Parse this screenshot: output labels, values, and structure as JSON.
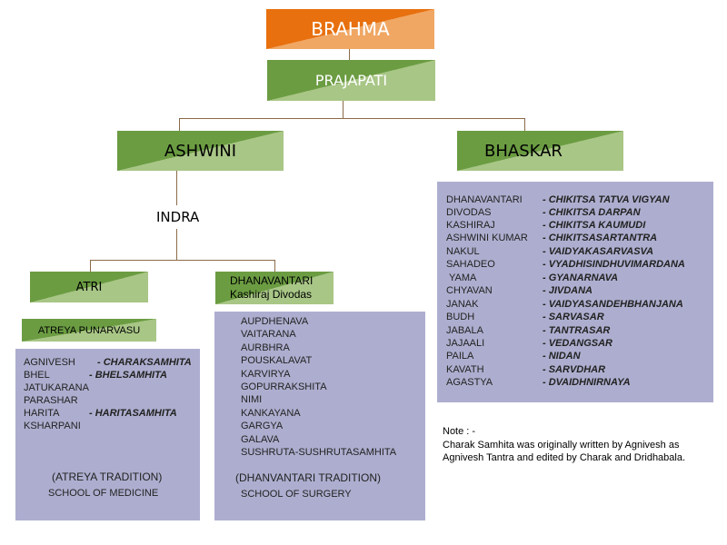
{
  "nodes": {
    "brahma": "BRAHMA",
    "prajapati": "PRAJAPATI",
    "ashwini": "ASHWINI",
    "bhaskar": "BHASKAR",
    "indra": "INDRA",
    "atri": "ATRI",
    "dhanavantari_line1": "DHANAVANTARI",
    "dhanavantari_line2": "Kashiraj Divodas",
    "atreya": "ATREYA PUNARVASU"
  },
  "atreya_panel": {
    "items": [
      {
        "name": "AGNIVESH",
        "work": "- CHARAKSAMHITA"
      },
      {
        "name": "BHEL",
        "work": "- BHELSAMHITA"
      },
      {
        "name": "JATUKARANA",
        "work": ""
      },
      {
        "name": "PARASHAR",
        "work": ""
      },
      {
        "name": "HARITA",
        "work": "- HARITASAMHITA"
      },
      {
        "name": "KSHARPANI",
        "work": ""
      }
    ],
    "tradition": "(ATREYA TRADITION)",
    "school": "SCHOOL OF MEDICINE"
  },
  "dhanvantari_panel": {
    "items": [
      "AUPDHENAVA",
      "VAITARANA",
      "AURBHRA",
      "POUSKALAVAT",
      "KARVIRYA",
      "GOPURRAKSHITA",
      "NIMI",
      "KANKAYANA",
      "GARGYA",
      "GALAVA",
      "SUSHRUTA-SUSHRUTASAMHITA"
    ],
    "tradition": "(DHANVANTARI TRADITION)",
    "school": "SCHOOL OF SURGERY"
  },
  "bhaskar_panel": {
    "items": [
      {
        "name": "DHANAVANTARI",
        "work": "- CHIKITSA TATVA VIGYAN"
      },
      {
        "name": "DIVODAS",
        "work": "- CHIKITSA DARPAN"
      },
      {
        "name": "KASHIRAJ",
        "work": "- CHIKITSA KAUMUDI"
      },
      {
        "name": "ASHWINI KUMAR",
        "work": "- CHIKITSASARTANTRA"
      },
      {
        "name": "NAKUL",
        "work": "- VAIDYAKASARVASVA"
      },
      {
        "name": "SAHADEO",
        "work": "- VYADHISINDHUVIMARDANA"
      },
      {
        "name": "YAMA",
        "work": "- GYANARNAVA"
      },
      {
        "name": "CHYAVAN",
        "work": "- JIVDANA"
      },
      {
        "name": "JANAK",
        "work": "- VAIDYASANDEHBHANJANA"
      },
      {
        "name": "BUDH",
        "work": "- SARVASAR"
      },
      {
        "name": "JABALA",
        "work": "- TANTRASAR"
      },
      {
        "name": "JAJAALI",
        "work": "- VEDANGSAR"
      },
      {
        "name": "PAILA",
        "work": "- NIDAN"
      },
      {
        "name": "KAVATH",
        "work": "- SARVDHAR"
      },
      {
        "name": "AGASTYA",
        "work": "- DVAIDHNIRNAYA"
      }
    ]
  },
  "note": {
    "heading": "Note : -",
    "line1": "Charak Samhita was originally written by Agnivesh as",
    "line2": "Agnivesh Tantra and edited by Charak and Dridhabala."
  },
  "colors": {
    "orange": "#e8700f",
    "green": "#6b9c42",
    "panel": "#adaecf",
    "connector": "#8c6b48"
  }
}
